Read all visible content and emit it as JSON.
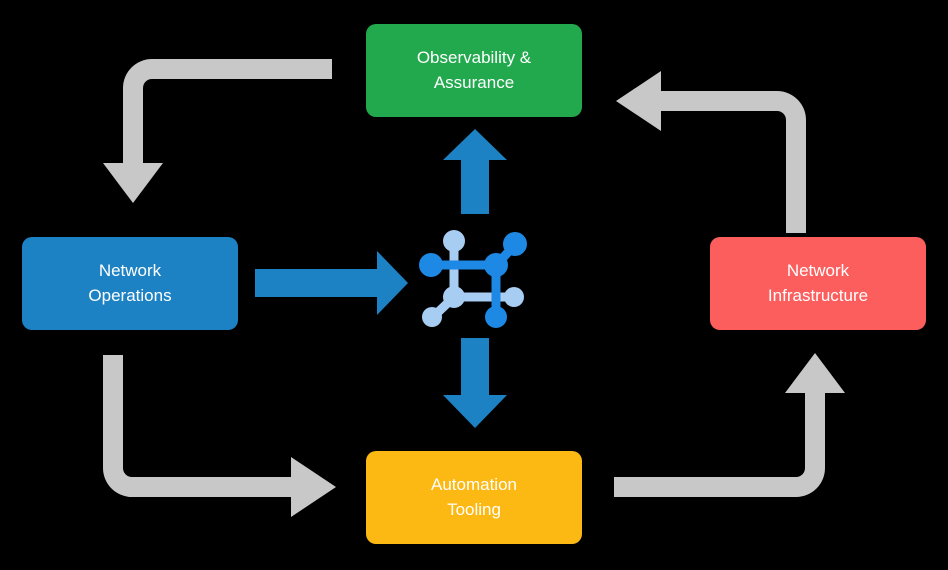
{
  "diagram": {
    "title": "Network operations lifecycle loop",
    "background_color": "#000000",
    "gray_arrow_color": "#c8c8c8",
    "blue_arrow_color": "#1c82c4",
    "center_icon_name": "network-topology-icon",
    "center_icon_colors": {
      "dark_blue": "#1e88e5",
      "light_blue": "#a8cdf2"
    },
    "nodes": [
      {
        "id": "observability",
        "label": "Observability &\nAssurance",
        "color": "#22a94e",
        "position": "top"
      },
      {
        "id": "network-operations",
        "label": "Network\nOperations",
        "color": "#1c82c4",
        "position": "left"
      },
      {
        "id": "network-infrastructure",
        "label": "Network\nInfrastructure",
        "color": "#fc5d5d",
        "position": "right"
      },
      {
        "id": "automation-tooling",
        "label": "Automation\nTooling",
        "color": "#fcb813",
        "position": "bottom"
      }
    ],
    "connectors": [
      {
        "id": "observability-to-network-operations",
        "from": "observability",
        "to": "network-operations",
        "style": "gray-elbow",
        "direction": "down"
      },
      {
        "id": "network-infrastructure-to-observability",
        "from": "network-infrastructure",
        "to": "observability",
        "style": "gray-elbow",
        "direction": "left"
      },
      {
        "id": "network-operations-to-automation-tooling",
        "from": "network-operations",
        "to": "automation-tooling",
        "style": "gray-elbow",
        "direction": "right"
      },
      {
        "id": "automation-tooling-to-network-infrastructure",
        "from": "automation-tooling",
        "to": "network-infrastructure",
        "style": "gray-elbow",
        "direction": "up"
      },
      {
        "id": "network-operations-to-center",
        "from": "network-operations",
        "to": "center-icon",
        "style": "blue-straight",
        "direction": "right"
      },
      {
        "id": "center-to-observability",
        "from": "center-icon",
        "to": "observability",
        "style": "blue-straight",
        "direction": "up"
      },
      {
        "id": "center-to-automation-tooling",
        "from": "center-icon",
        "to": "automation-tooling",
        "style": "blue-straight",
        "direction": "down"
      }
    ]
  }
}
